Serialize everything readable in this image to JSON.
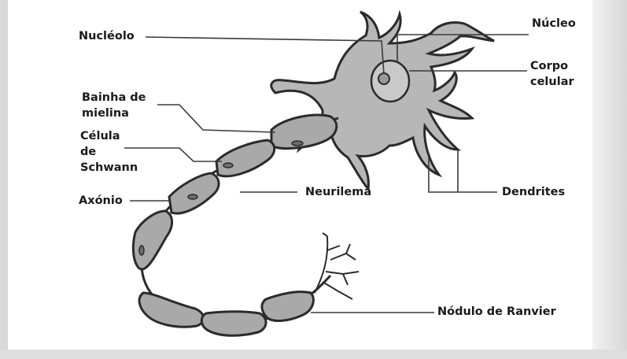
{
  "labels": {
    "nucleolo": "Nucléolo",
    "nucleo": "Núcleo",
    "corpo_celular": "Corpo\ncelular",
    "bainha_mielina": "Bainha de\nmielina",
    "celula_schwann": "Célula\nde\nSchwann",
    "axonio": "Axónio",
    "neurilema": "Neurilema",
    "dendrites": "Dendrites",
    "nodulo_ranvier": "Nódulo de Ranvier"
  },
  "colors": {
    "cell_fill": "#b7b7b7",
    "sheath_fill": "#a9a9a9",
    "outline": "#2b2b2b",
    "leader": "#3a3a3a"
  }
}
